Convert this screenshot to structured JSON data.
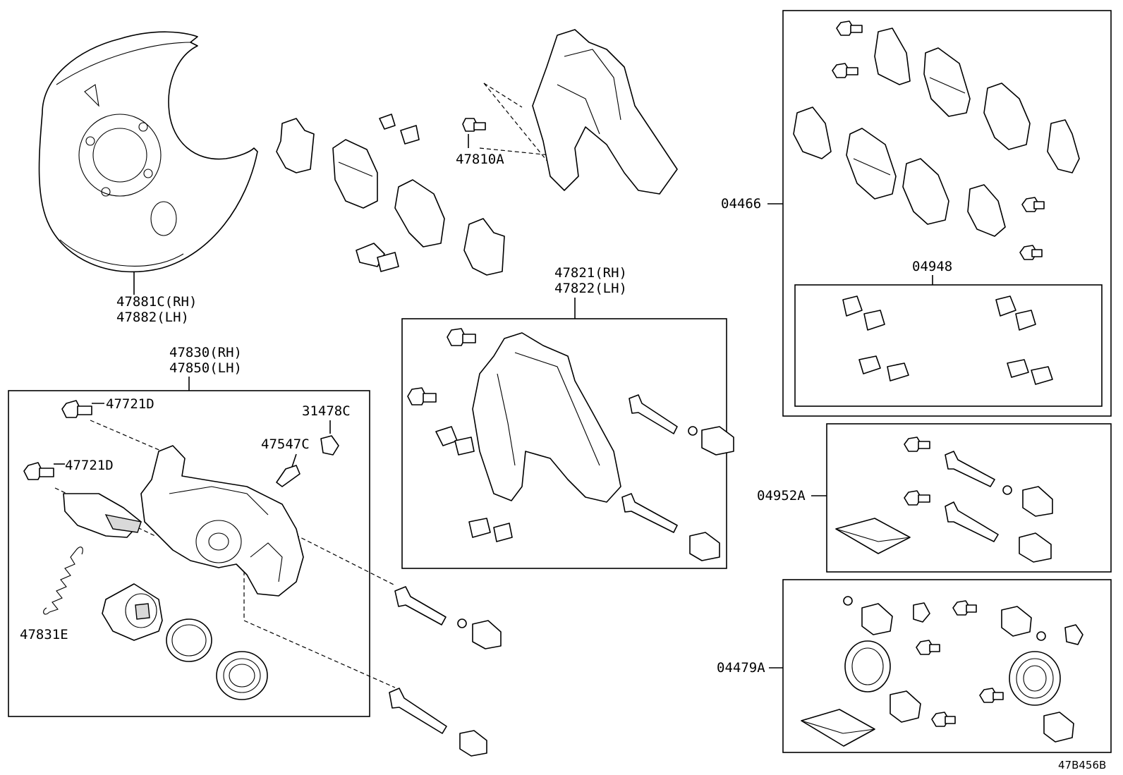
{
  "labels": {
    "backing_plate": {
      "line1": "47881C(RH)",
      "line2": "47882(LH)"
    },
    "bolt_47810A": "47810A",
    "mounting_kit": {
      "line1": "47821(RH)",
      "line2": "47822(LH)"
    },
    "caliper": {
      "line1": "47830(RH)",
      "line2": "47850(LH)"
    },
    "bolt_47721D_a": "47721D",
    "bolt_47721D_b": "47721D",
    "cap_31478C": "31478C",
    "bleeder_47547C": "47547C",
    "spring_47831E": "47831E",
    "pad_kit_04466": "04466",
    "fitting_kit_04948": "04948",
    "pin_kit_04952A": "04952A",
    "seal_kit_04479A": "04479A",
    "diagram_id": "47B456B"
  }
}
